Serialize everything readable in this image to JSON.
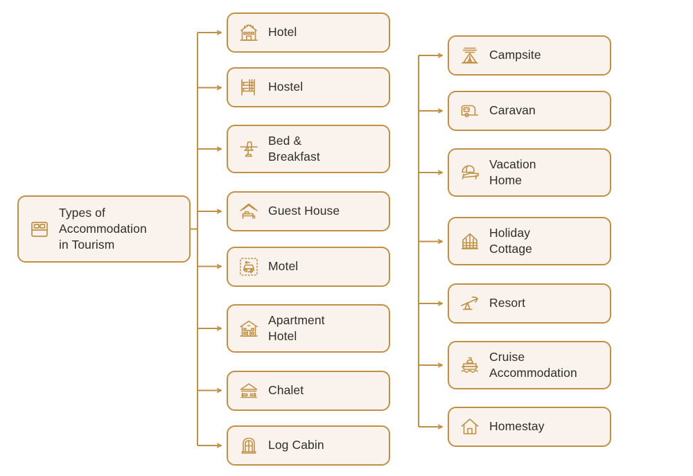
{
  "diagram": {
    "type": "mind-map",
    "title": "Types of Accommodation in Tourism",
    "colors": {
      "node_fill": "#faf2ec",
      "node_border": "#c08f43",
      "icon": "#c08f43",
      "text": "#2f2e2c",
      "edge": "#c08f43",
      "background": "#ffffff"
    },
    "root": {
      "label": "Types of\nAccommodation\nin Tourism",
      "icon": "bed-icon"
    },
    "branches": [
      {
        "column": 1,
        "items": [
          {
            "label": "Hotel",
            "icon": "hotel-building-icon"
          },
          {
            "label": "Hostel",
            "icon": "bunk-bed-icon"
          },
          {
            "label": "Bed &\nBreakfast",
            "icon": "breakfast-table-icon"
          },
          {
            "label": "Guest House",
            "icon": "house-bed-icon"
          },
          {
            "label": "Motel",
            "icon": "car-dotted-icon"
          },
          {
            "label": "Apartment\nHotel",
            "icon": "apartment-building-icon"
          },
          {
            "label": "Chalet",
            "icon": "chalet-icon"
          },
          {
            "label": "Log Cabin",
            "icon": "log-cabin-icon"
          }
        ]
      },
      {
        "column": 2,
        "items": [
          {
            "label": "Campsite",
            "icon": "tent-icon"
          },
          {
            "label": "Caravan",
            "icon": "caravan-icon"
          },
          {
            "label": "Vacation\nHome",
            "icon": "beach-lounger-icon"
          },
          {
            "label": "Holiday\nCottage",
            "icon": "cottage-icon"
          },
          {
            "label": "Resort",
            "icon": "palm-parasol-icon"
          },
          {
            "label": "Cruise\nAccommodation",
            "icon": "cruise-ship-icon"
          },
          {
            "label": "Homestay",
            "icon": "home-icon"
          }
        ]
      }
    ]
  }
}
